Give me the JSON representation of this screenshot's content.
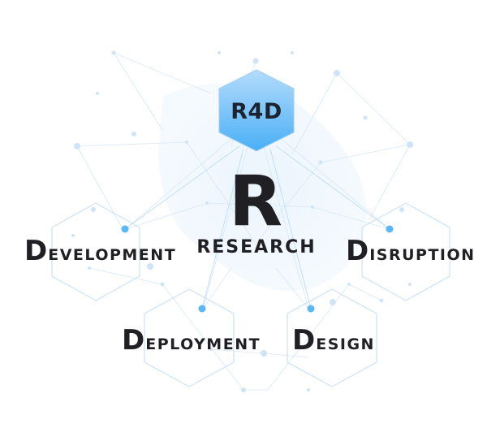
{
  "hub": {
    "badge": "R4D",
    "letter": "R",
    "word": "RESEARCH"
  },
  "pillars": [
    {
      "id": "development",
      "initial": "D",
      "rest": "EVELOPMENT"
    },
    {
      "id": "disruption",
      "initial": "D",
      "rest": "ISRUPTION"
    },
    {
      "id": "deployment",
      "initial": "D",
      "rest": "EPLOYMENT"
    },
    {
      "id": "design",
      "initial": "D",
      "rest": "ESIGN"
    }
  ],
  "colors": {
    "badge_top": "#a9d6fb",
    "badge_bottom": "#4fb2f6",
    "node": "#5cb8f5",
    "outline": "#cfe5f5",
    "network": "#d8e9f6",
    "text": "#1f1f24"
  }
}
